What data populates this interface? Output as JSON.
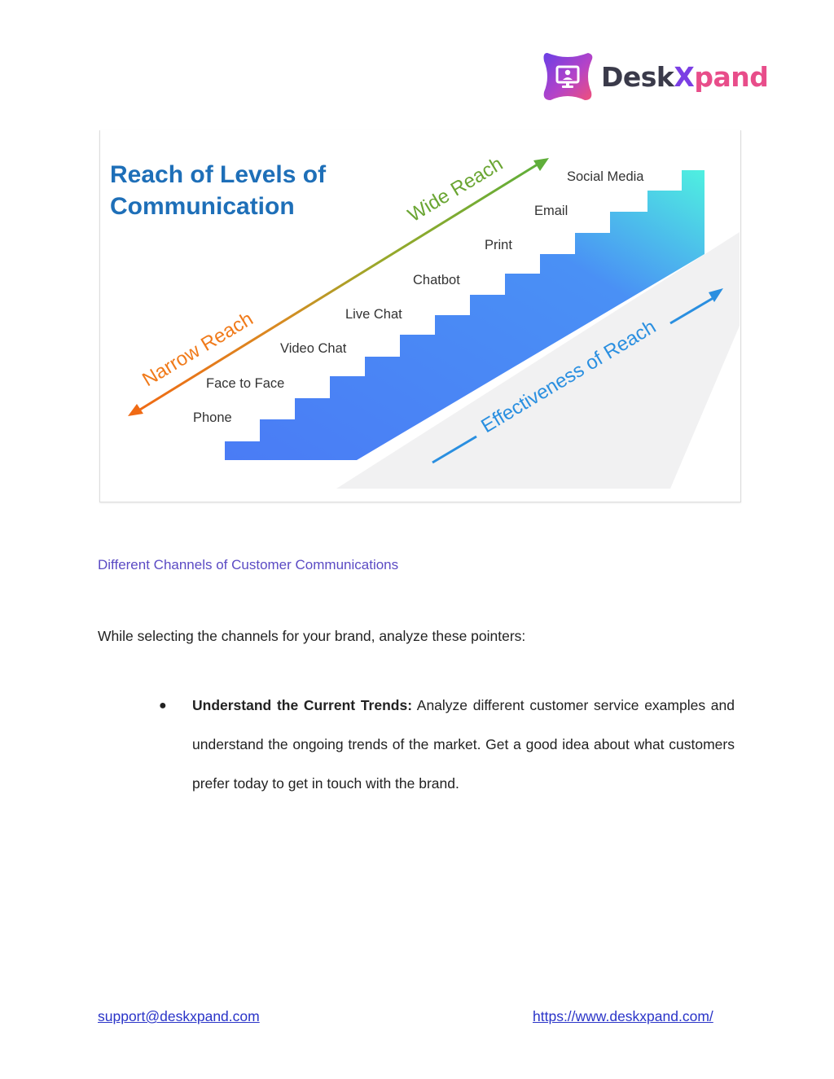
{
  "brand": {
    "name_part1": "Desk",
    "name_part2": "X",
    "name_part3": "pand",
    "colors": {
      "purple": "#7b3fe4",
      "pink": "#e84d8a",
      "dark": "#3a3a4a"
    },
    "icon": "monitor-support-icon"
  },
  "figure": {
    "title_line1": "Reach of Levels of",
    "title_line2": "Communication",
    "wide_reach": "Wide Reach",
    "narrow_reach": "Narrow Reach",
    "effectiveness": "Effectiveness of Reach",
    "steps": [
      "Phone",
      "Face to Face",
      "Video Chat",
      "Live Chat",
      "Chatbot",
      "Print",
      "Email",
      "Social Media"
    ],
    "colors": {
      "title": "#1e6fb8",
      "wide": "#6aa532",
      "narrow": "#f07a1a",
      "effect": "#2a8fe0",
      "stair_start": "#4a7cf5",
      "stair_end": "#4ff0e0"
    }
  },
  "caption": "Different Channels of Customer Communications",
  "intro": "While selecting the channels for your brand, analyze these pointers:",
  "bullet": {
    "marker": "●",
    "heading": "Understand the Current Trends:",
    "body": " Analyze different customer service examples and understand the ongoing trends of the market. Get a good idea about what customers prefer today to get in touch with the brand."
  },
  "footer": {
    "email": "support@deskxpand.com",
    "url": "https://www.deskxpand.com/"
  }
}
